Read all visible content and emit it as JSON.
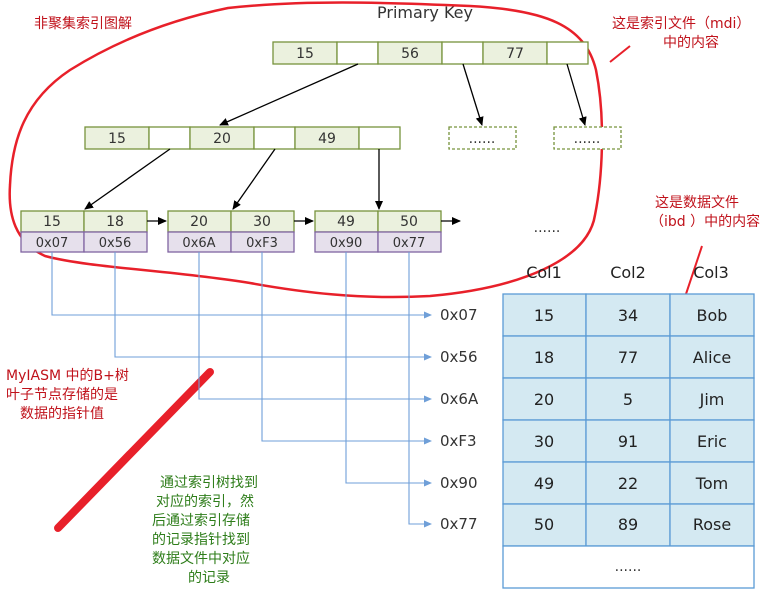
{
  "title": "Primary Key",
  "notes": {
    "nonclustered": "非聚集索引图解",
    "mdi": [
      "这是索引文件（mdi）",
      "中的内容"
    ],
    "ibd": [
      "这是数据文件",
      "（ibd ）中的内容"
    ],
    "leaf": [
      "MyIASM 中的B+树",
      "叶子节点存储的是",
      "数据的指针值"
    ],
    "lookup": [
      "通过索引树找到",
      "对应的索引，然",
      "后通过索引存储",
      "的记录指针找到",
      "数据文件中对应",
      "的记录"
    ]
  },
  "root": [
    "15",
    "56",
    "77"
  ],
  "middle": [
    "15",
    "20",
    "49"
  ],
  "placeholder": "......",
  "more": "......",
  "leaves": [
    {
      "keys": [
        "15",
        "18"
      ],
      "ptrs": [
        "0x07",
        "0x56"
      ]
    },
    {
      "keys": [
        "20",
        "30"
      ],
      "ptrs": [
        "0x6A",
        "0xF3"
      ]
    },
    {
      "keys": [
        "49",
        "50"
      ],
      "ptrs": [
        "0x90",
        "0x77"
      ]
    }
  ],
  "addresses": [
    "0x07",
    "0x56",
    "0x6A",
    "0xF3",
    "0x90",
    "0x77"
  ],
  "table": {
    "columns": [
      "Col1",
      "Col2",
      "Col3"
    ],
    "rows": [
      [
        "15",
        "34",
        "Bob"
      ],
      [
        "18",
        "77",
        "Alice"
      ],
      [
        "20",
        "5",
        "Jim"
      ],
      [
        "30",
        "91",
        "Eric"
      ],
      [
        "49",
        "22",
        "Tom"
      ],
      [
        "50",
        "89",
        "Rose"
      ]
    ],
    "ellipsis": "......"
  },
  "colors": {
    "index_fill": "#ebf1de",
    "index_stroke": "#77933c",
    "ptr_fill": "#e6e0ec",
    "ptr_stroke": "#8064a2",
    "table_fill": "#d4e9f2",
    "table_stroke": "#5b9bd5",
    "link": "#6f9fd8",
    "annotation": "#e8202a"
  }
}
